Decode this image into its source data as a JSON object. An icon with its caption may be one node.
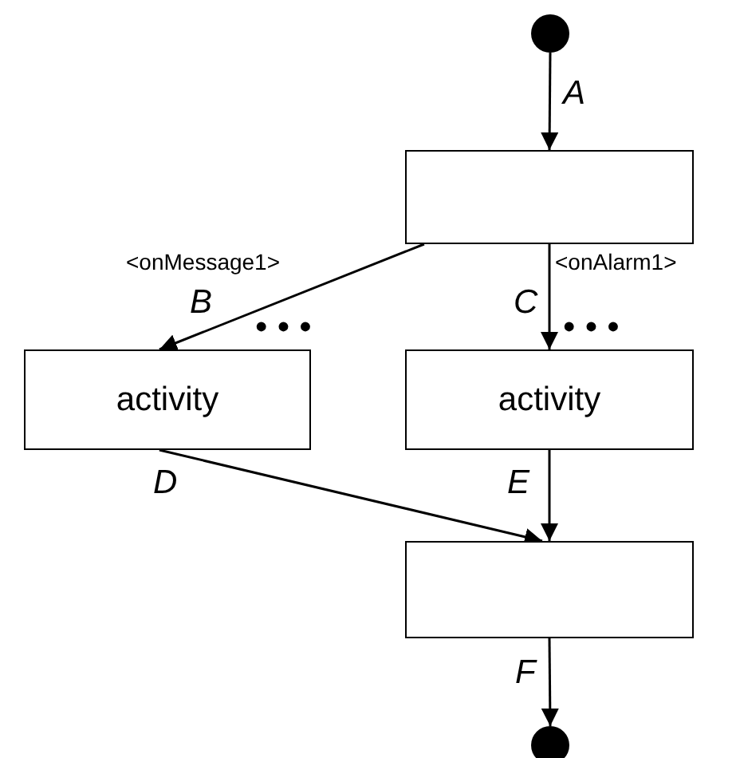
{
  "diagram": {
    "nodes": [
      {
        "text": [],
        "shape": "circle"
      },
      {
        "text": [],
        "shape": "box"
      },
      {
        "text": [
          "activity"
        ]
      },
      {
        "text": [
          "activity"
        ]
      },
      {
        "text": [],
        "shape": "box"
      },
      {
        "text": [],
        "shape": "circle"
      }
    ],
    "edges": [
      {
        "from": 0,
        "to": 1,
        "arrow": "to",
        "label": "A"
      },
      {
        "from": 1,
        "to": 2,
        "arrow": "to",
        "label": "B"
      },
      {
        "from": 1,
        "to": 3,
        "arrow": "to",
        "label": "C"
      },
      {
        "from": 2,
        "to": 4,
        "arrow": "to",
        "label": "D"
      },
      {
        "from": 3,
        "to": 4,
        "arrow": "to",
        "label": "E"
      },
      {
        "from": 4,
        "to": 5,
        "arrow": "to",
        "label": "F"
      }
    ],
    "labels": [
      "<onMessage1>",
      "<onAlarm1>",
      "• • •",
      "• • •"
    ]
  }
}
